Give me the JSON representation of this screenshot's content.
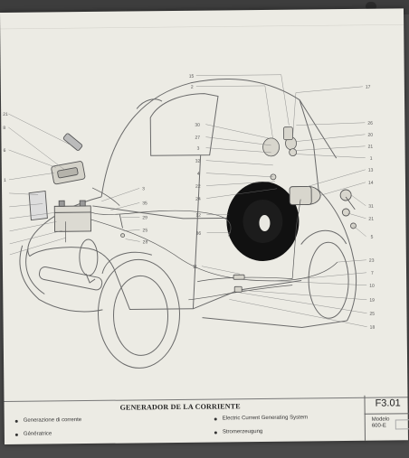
{
  "caption": {
    "title": "GENERADOR DE LA CORRIENTE",
    "items": [
      "Generazione di corrente",
      "Génératrice",
      "Electric Current Generating System",
      "Stromerzeugung"
    ]
  },
  "code": "F3.01",
  "model_label": "Modelo",
  "model_value": "600-E",
  "model_stamp": "",
  "callouts_left": [
    "21",
    "8",
    "6",
    "1",
    "",
    "",
    "",
    "",
    "",
    "",
    ""
  ],
  "callouts_center": [
    "3",
    "35",
    "29",
    "25",
    "28"
  ],
  "callouts_top": [
    "15",
    "2",
    "17"
  ],
  "callouts_right_inner": [
    "30",
    "27",
    "3",
    "32",
    "4",
    "22",
    "24",
    "12",
    "36",
    "11"
  ],
  "callouts_right": [
    "26",
    "20",
    "21",
    "1",
    "13",
    "14",
    "31",
    "21",
    "5",
    "23",
    "7",
    "10",
    "19",
    "25",
    "18"
  ]
}
